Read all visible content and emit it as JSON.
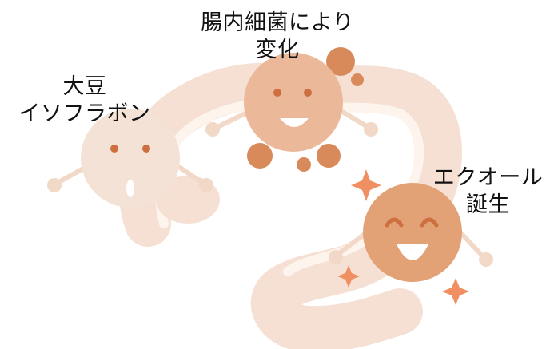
{
  "labels": {
    "soy_isoflavone": {
      "line1": "大豆",
      "line2": "イソフラボン"
    },
    "gut_bacteria_change": {
      "line1": "腸内細菌により",
      "line2": "変化"
    },
    "equol_born": {
      "line1": "エクオール",
      "line2": "誕生"
    }
  },
  "colors": {
    "intestine": "#f6e0d3",
    "intestine_highlight": "#fdf4ee",
    "isoflavone_face": "#f5e2d6",
    "change_face": "#ecb89a",
    "equol_face": "#e2a276",
    "bacteria": "#d98a5a",
    "sparkle": "#ef8f62",
    "features": "#cd6f3f",
    "limbs": "#f1d8c7"
  },
  "icons": [
    "intestine-illustration",
    "isoflavone-character",
    "bacteria-blob",
    "bacteria-character",
    "equol-character",
    "sparkle-icon"
  ]
}
